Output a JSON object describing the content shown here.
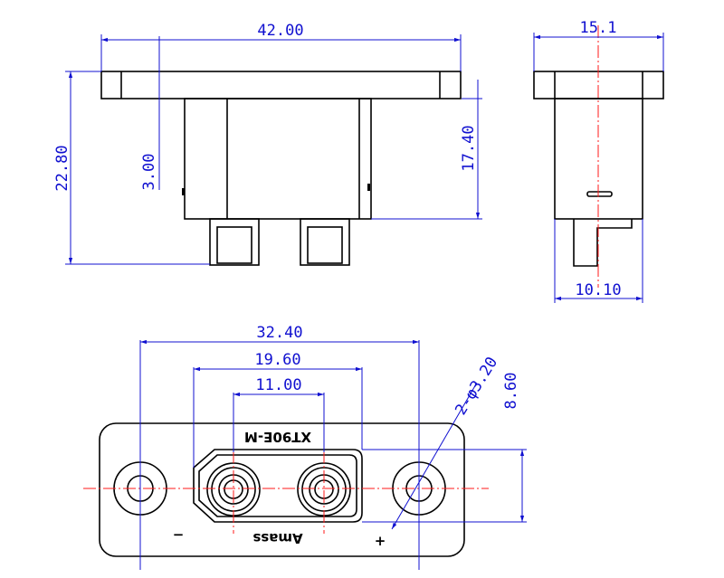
{
  "drawing": {
    "line_color": "#000000",
    "dimension_color": "#1010d0",
    "centerline_color": "#ff1a1a",
    "dimensions": {
      "front_width": "42.00",
      "front_total_height": "22.80",
      "front_flange_offset": "3.00",
      "front_body_height": "17.40",
      "side_flange_width": "15.1",
      "side_body_depth": "10.10",
      "bottom_hole_pitch": "32.40",
      "bottom_pocket_width": "19.60",
      "bottom_pin_pitch": "11.00",
      "mount_hole_spec": "2-φ3.20",
      "pocket_height": "8.60"
    },
    "markings": {
      "model": "XT90E-M",
      "brand": "Amass",
      "negative": "−",
      "positive": "+"
    }
  }
}
